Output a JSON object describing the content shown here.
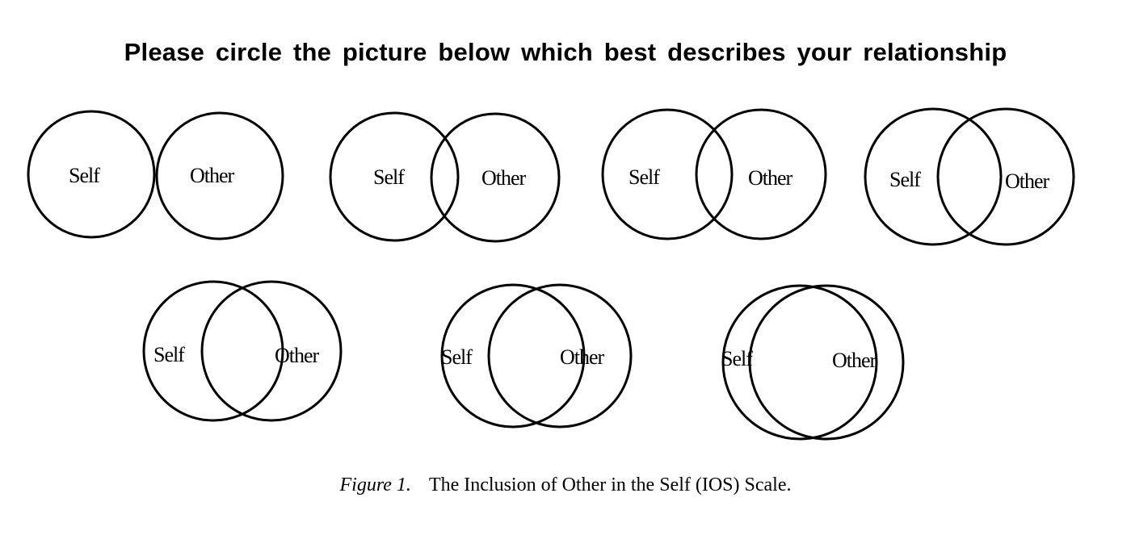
{
  "instruction": "Please circle the picture below which best describes your relationship",
  "self_label": "Self",
  "other_label": "Other",
  "caption": {
    "figure_label": "Figure 1.",
    "text": "The Inclusion of Other in the Self (IOS) Scale."
  },
  "options": [
    {
      "option": 1,
      "self": "Self",
      "other": "Other"
    },
    {
      "option": 2,
      "self": "Self",
      "other": "Other"
    },
    {
      "option": 3,
      "self": "Self",
      "other": "Other"
    },
    {
      "option": 4,
      "self": "Self",
      "other": "Other"
    },
    {
      "option": 5,
      "self": "Self",
      "other": "Other"
    },
    {
      "option": 6,
      "self": "Self",
      "other": "Other"
    },
    {
      "option": 7,
      "self": "Self",
      "other": "Other"
    }
  ]
}
